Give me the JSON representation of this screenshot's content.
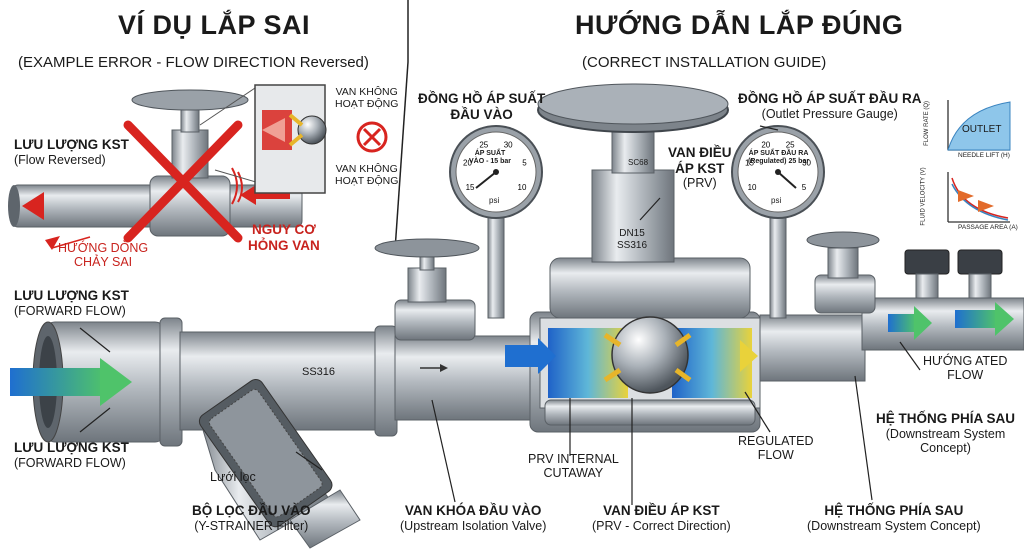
{
  "left_panel": {
    "title": "VÍ DỤ LẮP SAI",
    "subtitle": "(EXAMPLE ERROR - FLOW DIRECTION Reversed)",
    "flow_label": "LƯU LƯỢNG KST",
    "flow_sub": "(Flow Reversed)",
    "wrong_dir_1": "HƯỚNG DÒNG",
    "wrong_dir_2": "CHẢY SAI",
    "risk_1": "NGUY CƠ",
    "risk_2": "HỎNG VAN",
    "inset_top_1": "VAN KHÔNG",
    "inset_top_2": "HOẠT ĐỘNG",
    "inset_bot_1": "VAN KHÔNG",
    "inset_bot_2": "HOẠT ĐỘNG"
  },
  "right_panel": {
    "title": "HƯỚNG DẪN LẮP ĐÚNG",
    "subtitle": "(CORRECT INSTALLATION GUIDE)"
  },
  "labels": {
    "inlet_gauge_1": "ĐỒNG HỒ ÁP SUẤT",
    "inlet_gauge_2": "ĐẦU VÀO",
    "outlet_gauge_1": "ĐỒNG HỒ ÁP SUẤT ĐẦU RA",
    "outlet_gauge_2": "(Outlet Pressure Gauge)",
    "prv_1": "VAN ĐIỀU",
    "prv_2": "ÁP KST",
    "prv_3": "(PRV)",
    "forward_1a": "LƯU LƯỢNG KST",
    "forward_1b": "(FORWARD FLOW)",
    "forward_2a": "LƯU LƯỢNG KST",
    "forward_2b": "(FORWARD FLOW)",
    "screen": "Lưới lọc",
    "strainer_1": "BỘ LỌC ĐẦU VÀO",
    "strainer_2": "(Y-STRAINER Filter)",
    "isolation_1": "VAN KHÓA ĐẦU VÀO",
    "isolation_2": "(Upstream Isolation Valve)",
    "cutaway_1": "PRV INTERNAL",
    "cutaway_2": "CUTAWAY",
    "prv_dir_1": "VAN ĐIỀU ÁP KST",
    "prv_dir_2": "(PRV - Correct Direction)",
    "regulated_1": "REGULATED",
    "regulated_2": "FLOW",
    "downstream_b1": "HỆ THỐNG PHÍA SAU",
    "downstream_b2": "(Downstream System Concept)",
    "downstream_m1": "HỆ THỐNG PHÍA SAU",
    "downstream_m2": "(Downstream System",
    "downstream_m3": "Concept)",
    "huong_1": "HƯỚNG ATED",
    "huong_2": "FLOW",
    "pipe_mark": "SS316",
    "prv_body_1": "DN15",
    "prv_body_2": "SS316",
    "bonnet_mark": "SC68"
  },
  "gauges": {
    "inlet": {
      "t1": "ÁP SUẤT",
      "t2": "VÀO - 15 bar",
      "unit": "psi",
      "ticks": [
        "15",
        "20",
        "25",
        "30",
        "5",
        "10"
      ]
    },
    "outlet": {
      "t1": "ÁP SUẤT ĐẦU RA",
      "t2": "(Regulated) 25 bar",
      "unit": "psi",
      "ticks": [
        "10",
        "15",
        "20",
        "25",
        "30",
        "5"
      ]
    }
  },
  "inset_charts": {
    "top": {
      "ylabel": "FLOW RATE (Q)",
      "xlabel": "NEEDLE LIFT (H)",
      "tag": "OUTLET"
    },
    "bottom": {
      "ylabel": "FLUID VELOCITY (V)",
      "xlabel": "PASSAGE AREA (A)"
    }
  },
  "colors": {
    "red": "#c8231e",
    "flow_blue": "#1f6fd0",
    "flow_green": "#4fc36a",
    "steel": "#b8bec4"
  }
}
